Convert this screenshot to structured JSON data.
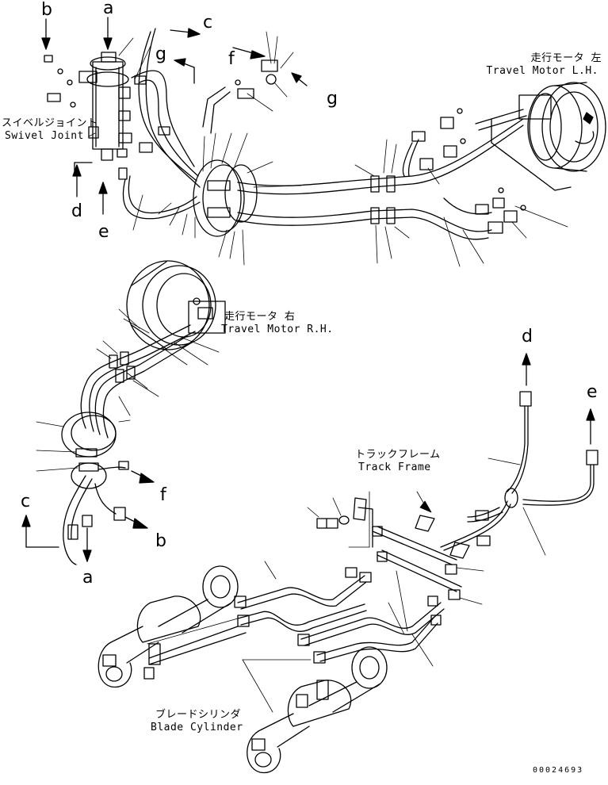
{
  "labels": {
    "swivel_joint_jp": "スイベルジョイント",
    "swivel_joint_en": "Swivel Joint",
    "travel_motor_lh_jp": "走行モータ 左",
    "travel_motor_lh_en": "Travel Motor L.H.",
    "travel_motor_rh_jp": "走行モータ 右",
    "travel_motor_rh_en": "Travel Motor R.H.",
    "track_frame_jp": "トラックフレーム",
    "track_frame_en": "Track Frame",
    "blade_cylinder_jp": "ブレードシリンダ",
    "blade_cylinder_en": "Blade Cylinder"
  },
  "connection_letters": {
    "a_top": "a",
    "b_top": "b",
    "c_top": "c",
    "d_top": "d",
    "e_top": "e",
    "f_top": "f",
    "g_top1": "g",
    "g_top2": "g",
    "a_mid": "a",
    "b_mid": "b",
    "c_mid": "c",
    "f_mid": "f",
    "d_bottom": "d",
    "e_bottom": "e"
  },
  "document_number": "00024693",
  "colors": {
    "line": "#000000",
    "background": "#ffffff"
  }
}
